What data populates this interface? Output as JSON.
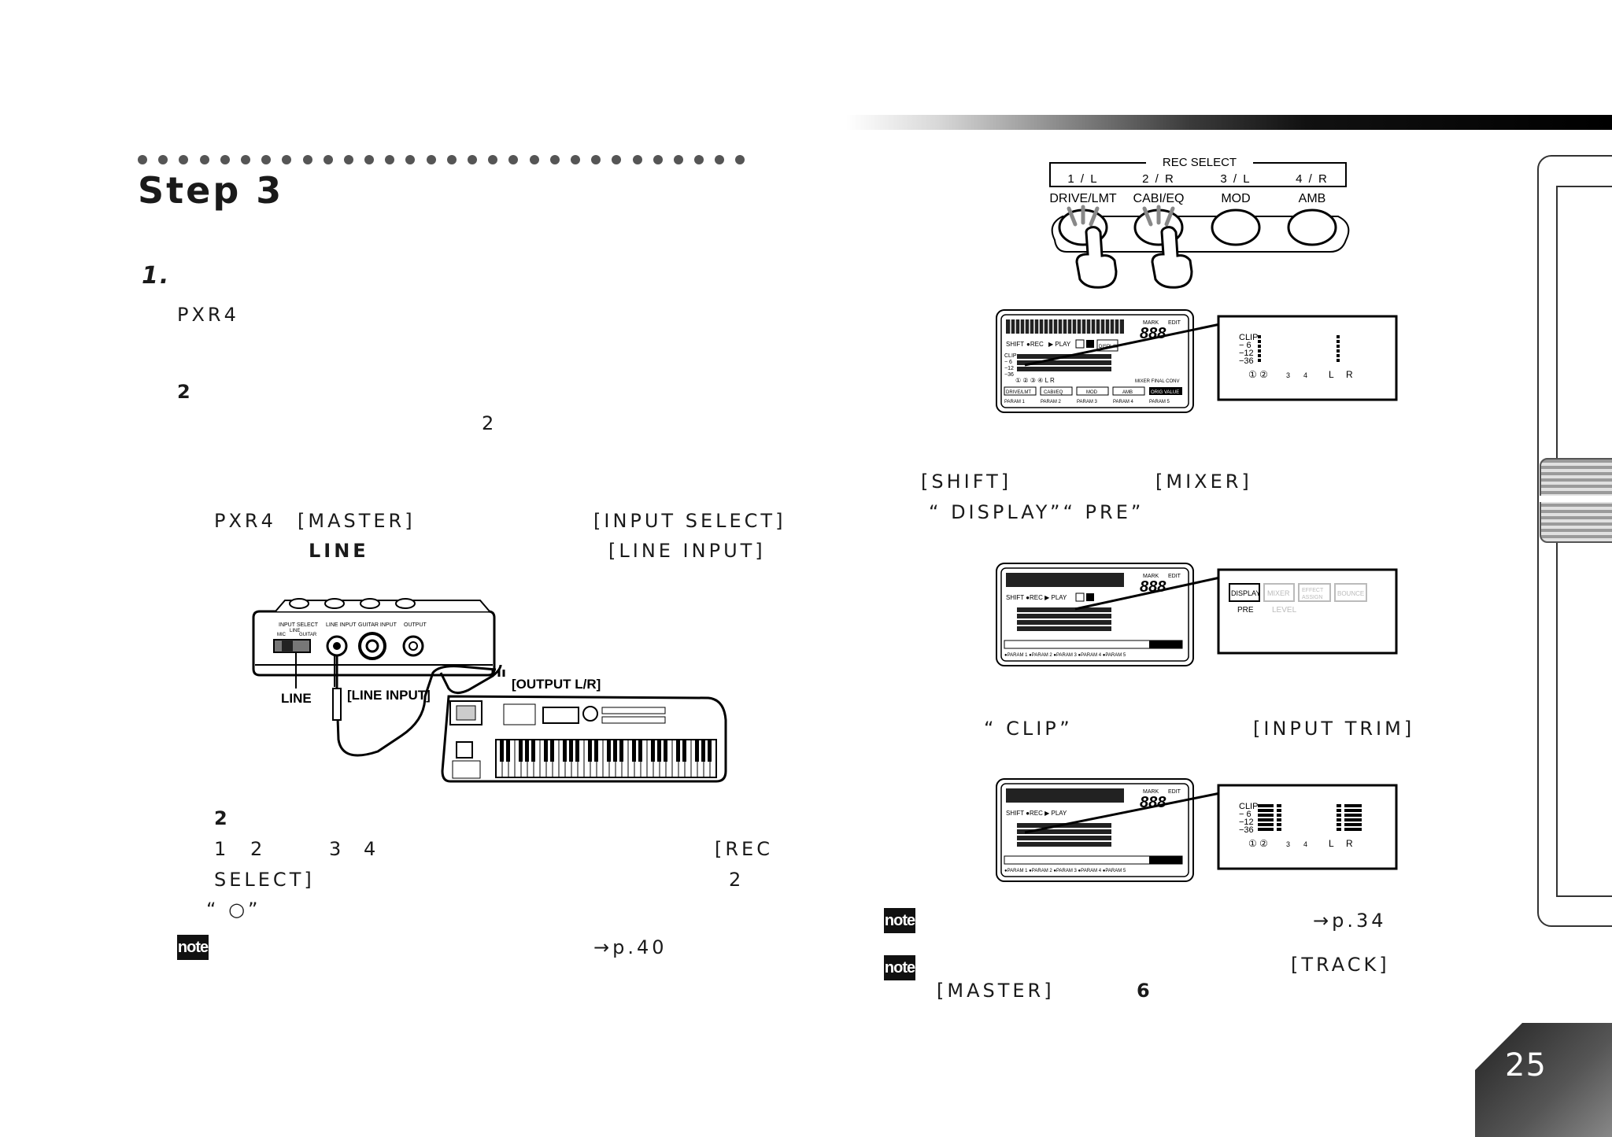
{
  "step_title": "Step 3",
  "item_number": "1.",
  "left": {
    "p1": "PXR4",
    "p2": "2",
    "p3": "2",
    "p4_a": "PXR4",
    "p4_b": "[MASTER]",
    "p4_c": "[INPUT SELECT]",
    "p5_a": "LINE",
    "p5_b": "[LINE INPUT]",
    "diagram": {
      "label_line": "LINE",
      "label_line_input": "[LINE INPUT]",
      "label_output": "[OUTPUT L/R]",
      "device_labels": [
        "INPUT SELECT",
        "LINE INPUT",
        "GUITAR INPUT",
        "OUTPUT",
        "MIC",
        "LINE",
        "GUITAR"
      ]
    },
    "p6": "2",
    "p7_a": "1",
    "p7_b": "2",
    "p7_c": "3",
    "p7_d": "4",
    "p7_e": "[REC",
    "p8_a": "SELECT]",
    "p8_b": "2",
    "p9": "“ ○”",
    "note_label": "note",
    "note_ref": "→p.40"
  },
  "right": {
    "rec_select": {
      "title": "REC SELECT",
      "channels": [
        "1 / L",
        "2 / R",
        "3 / L",
        "4 / R"
      ],
      "buttons": [
        "DRIVE/LMT",
        "CABI/EQ",
        "MOD",
        "AMB"
      ]
    },
    "lcd": {
      "mark": "MARK",
      "edit": "EDIT",
      "digits": "888",
      "shift": "SHIFT",
      "rec": "●REC",
      "play": "▶ PLAY",
      "clip_scale": [
        "CLIP",
        "− 6",
        "−12",
        "−36"
      ],
      "tracks": [
        "①",
        "②",
        "3",
        "4",
        "L",
        "R"
      ],
      "bottom_buttons": [
        "DRIVE/LMT",
        "CABI/EQ",
        "MOD",
        "AMB",
        "ORIG VALUE"
      ],
      "params": [
        "PARAM 1",
        "PARAM 2",
        "PARAM 3",
        "PARAM 4",
        "PARAM 5"
      ],
      "modes": [
        "DISPLAY",
        "MIXER",
        "EFFECT ASSIGN",
        "BOUNCE"
      ],
      "mode_sub": [
        "PRE",
        "LEVEL"
      ]
    },
    "p1_a": "[SHIFT]",
    "p1_b": "[MIXER]",
    "p2": "“ DISPLAY”“ PRE”",
    "p3_a": "“ CLIP”",
    "p3_b": "[INPUT TRIM]",
    "note_label": "note",
    "note1_ref": "→p.34",
    "note2_a": "[TRACK]",
    "note2_b": "[MASTER]",
    "note2_c": "6"
  },
  "page_number": "25"
}
